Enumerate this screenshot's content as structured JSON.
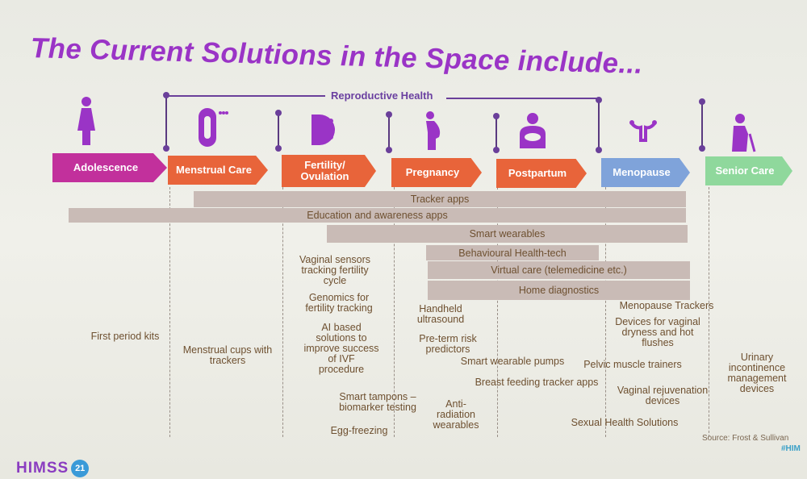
{
  "title": "The Current Solutions in the Space include...",
  "reproductive_health_label": "Reproductive Health",
  "stages": [
    {
      "label": "Adolescence",
      "color": "#c2309c",
      "icon": "girl-icon"
    },
    {
      "label": "Menstrual Care",
      "color": "#e8643a",
      "icon": "pad-icon"
    },
    {
      "label": "Fertility/\nOvulation",
      "color": "#e8643a",
      "icon": "sperm-egg-icon"
    },
    {
      "label": "Pregnancy",
      "color": "#e8643a",
      "icon": "pregnant-woman-icon"
    },
    {
      "label": "Postpartum",
      "color": "#e8643a",
      "icon": "mother-baby-icon"
    },
    {
      "label": "Menopause",
      "color": "#7fa3da",
      "icon": "uterus-icon"
    },
    {
      "label": "Senior Care",
      "color": "#8fd89c",
      "icon": "elderly-woman-icon"
    }
  ],
  "bars": [
    "Tracker apps",
    "Education and awareness apps",
    "Smart wearables",
    "Behavioural Health-tech",
    "Virtual care (telemedicine etc.)",
    "Home diagnostics"
  ],
  "items": {
    "first_period": "First period kits",
    "menstrual_cups": "Menstrual cups with\ntrackers",
    "vaginal_sensors": "Vaginal sensors\ntracking fertility\ncycle",
    "genomics": "Genomics for\nfertility tracking",
    "ai_ivf": "AI based\nsolutions to\nimprove success\nof IVF\nprocedure",
    "smart_tampons": "Smart tampons –\nbiomarker testing",
    "egg_freezing": "Egg-freezing",
    "handheld_ultrasound": "Handheld\nultrasound",
    "preterm": "Pre-term risk\npredictors",
    "anti_radiation": "Anti-\nradiation\nwearables",
    "pumps": "Smart wearable pumps",
    "breastfeeding": "Breast feeding tracker apps",
    "menopause_trackers": "Menopause Trackers",
    "vaginal_dryness": "Devices for vaginal\ndryness and hot\nflushes",
    "pelvic": "Pelvic muscle trainers",
    "rejuvenation": "Vaginal rejuvenation\ndevices",
    "sexual_health": "Sexual Health Solutions",
    "urinary": "Urinary\nincontinence\nmanagement\ndevices"
  },
  "source": "Source: Frost & Sullivan",
  "hashtag": "#HIM",
  "logo": {
    "text": "HIMSS",
    "badge": "21"
  }
}
